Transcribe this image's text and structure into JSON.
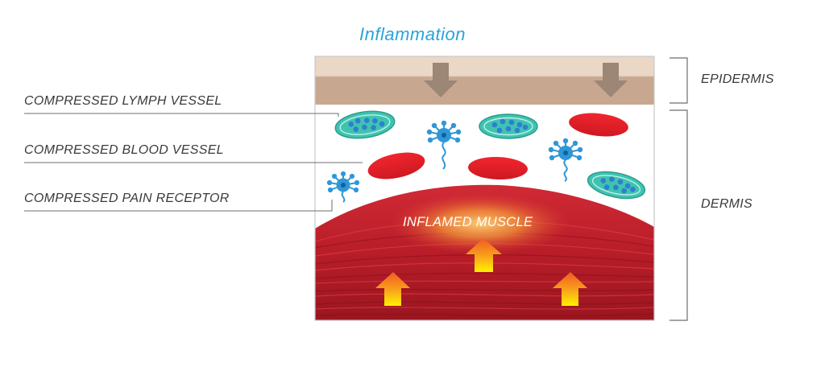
{
  "title": "Inflammation",
  "layers": {
    "epidermis": "EPIDERMIS",
    "dermis": "DERMIS"
  },
  "callouts": [
    {
      "text": "COMPRESSED LYMPH VESSEL"
    },
    {
      "text": "COMPRESSED BLOOD VESSEL"
    },
    {
      "text": "COMPRESSED PAIN RECEPTOR"
    }
  ],
  "muscle_label": "INFLAMED MUSCLE",
  "colors": {
    "title": "#2aa3d9",
    "epidermis_light": "#e8d4c3",
    "epidermis_dark": "#c9a892",
    "down_arrow": "#9c8676",
    "blood_cell": "#e3202a",
    "lymph_fill": "#3fc3b0",
    "pain_receptor": "#2f97d6",
    "muscle": "#c3202c",
    "heat_arrow_top": "#f15a24",
    "heat_arrow_bottom": "#fff200",
    "label_text": "#3a3a3a"
  },
  "icons": [
    "down-arrow-icon",
    "heat-arrow-icon",
    "blood-cell-icon",
    "lymph-vessel-icon",
    "pain-receptor-icon"
  ]
}
